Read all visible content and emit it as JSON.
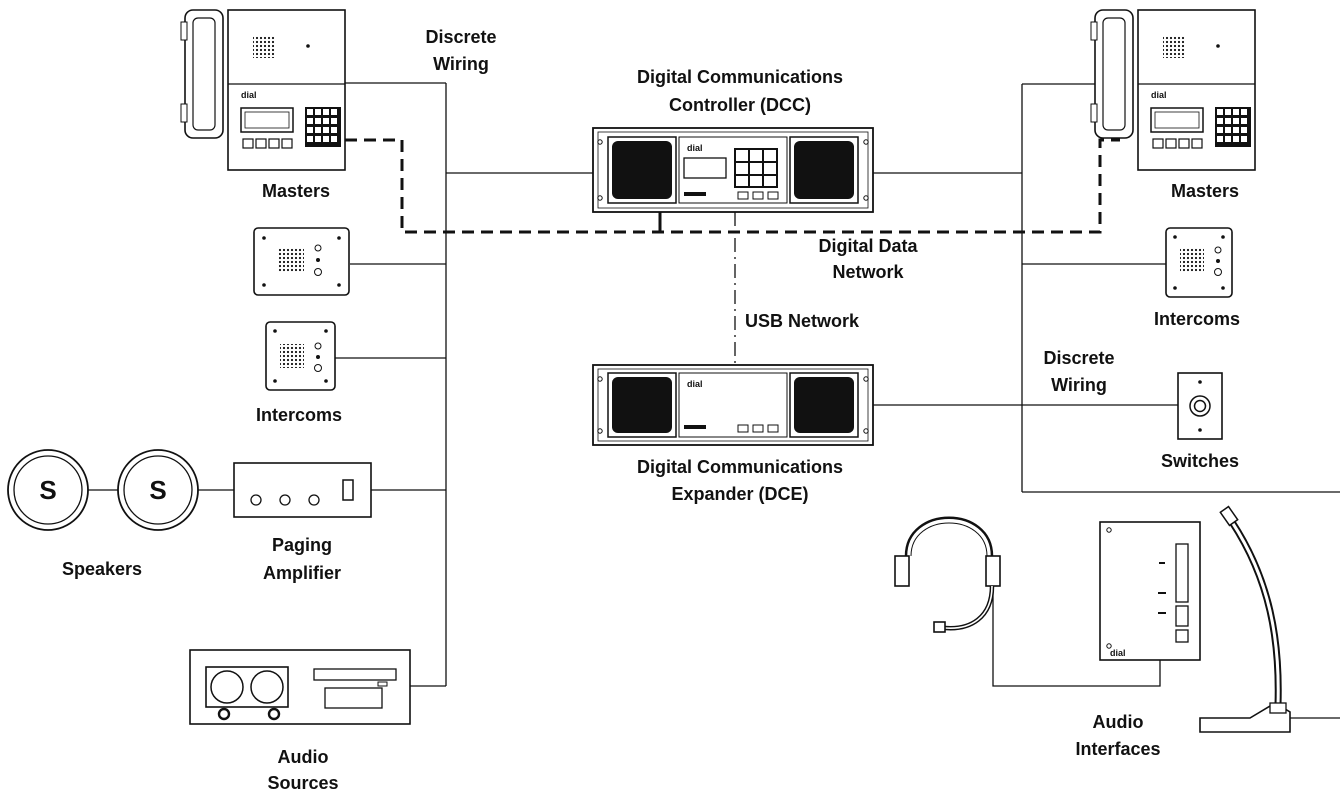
{
  "labels": {
    "discrete_wiring_left": [
      "Discrete",
      "Wiring"
    ],
    "dcc": [
      "Digital Communications",
      "Controller (DCC)"
    ],
    "masters_left": "Masters",
    "masters_right": "Masters",
    "digital_data_network": [
      "Digital Data",
      "Network"
    ],
    "usb_network": "USB Network",
    "intercoms_left": "Intercoms",
    "intercoms_right": "Intercoms",
    "discrete_wiring_right": [
      "Discrete",
      "Wiring"
    ],
    "dce": [
      "Digital Communications",
      "Expander (DCE)"
    ],
    "switches": "Switches",
    "speakers": "Speakers",
    "paging_amplifier": [
      "Paging",
      "Amplifier"
    ],
    "audio_sources": [
      "Audio",
      "Sources"
    ],
    "audio_interfaces": [
      "Audio",
      "Interfaces"
    ]
  },
  "speaker_symbol": "S",
  "brand_mark": "dial",
  "icons": {
    "master": "master-station-icon",
    "intercom": "intercom-station-icon",
    "rack": "rack-unit-icon",
    "speaker": "speaker-icon",
    "amplifier": "paging-amplifier-icon",
    "audio_source": "audio-source-icon",
    "switch": "wall-switch-icon",
    "headset": "headset-icon",
    "interface": "audio-interface-box-icon",
    "microphone": "gooseneck-microphone-icon"
  }
}
